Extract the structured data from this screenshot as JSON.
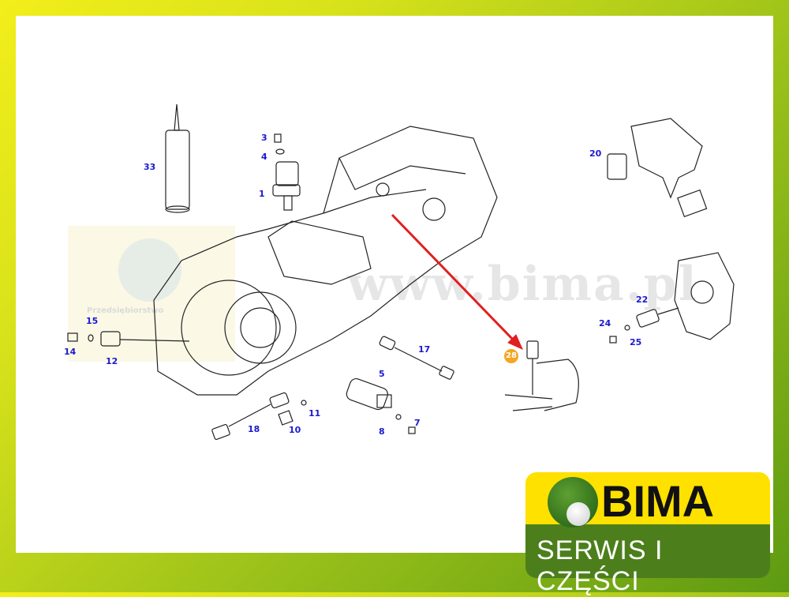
{
  "watermark": {
    "url": "www.bima.pl",
    "small_text": "Przedsiębiorstwo",
    "brand_fragment": "BIMA"
  },
  "callouts": [
    "1",
    "3",
    "4",
    "5",
    "7",
    "8",
    "10",
    "11",
    "12",
    "14",
    "15",
    "17",
    "18",
    "20",
    "22",
    "24",
    "25",
    "28",
    "33"
  ],
  "highlighted_part": "28",
  "colors": {
    "label": "#1a1ad0",
    "arrow": "#e02020",
    "highlight": "#f5a623",
    "frame_green": "#5e9a12",
    "frame_yellow": "#f2ee1a"
  },
  "logo": {
    "name": "BIMA",
    "tagline": "SERWIS I CZĘŚCI"
  }
}
